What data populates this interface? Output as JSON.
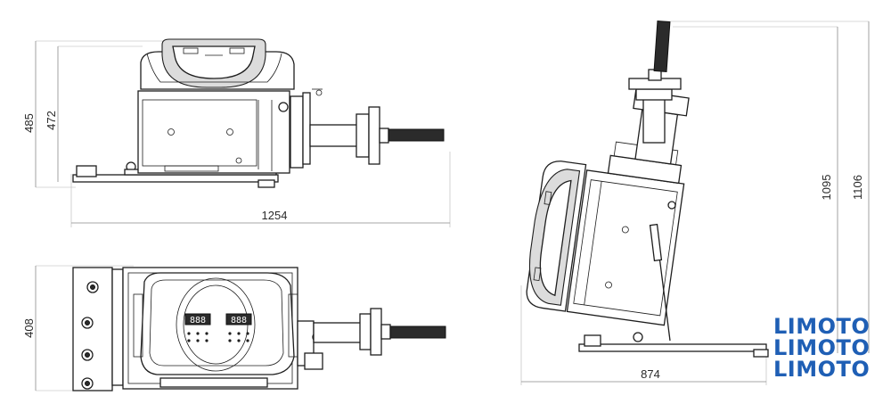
{
  "dimensions": {
    "side_height_outer": "485",
    "side_height_inner": "472",
    "side_length": "1254",
    "top_width": "408",
    "tilted_width": "874",
    "tilted_height_inner": "1095",
    "tilted_height_outer": "1106"
  },
  "display_digits": {
    "left": "888",
    "right": "888"
  },
  "watermark": {
    "lines": [
      "LIMOTO",
      "LIMOTO",
      "LIMOTO"
    ]
  },
  "colors": {
    "line": "#1e1e1e",
    "dimension": "#8a8a8a",
    "watermark": "#1f5fb5"
  }
}
